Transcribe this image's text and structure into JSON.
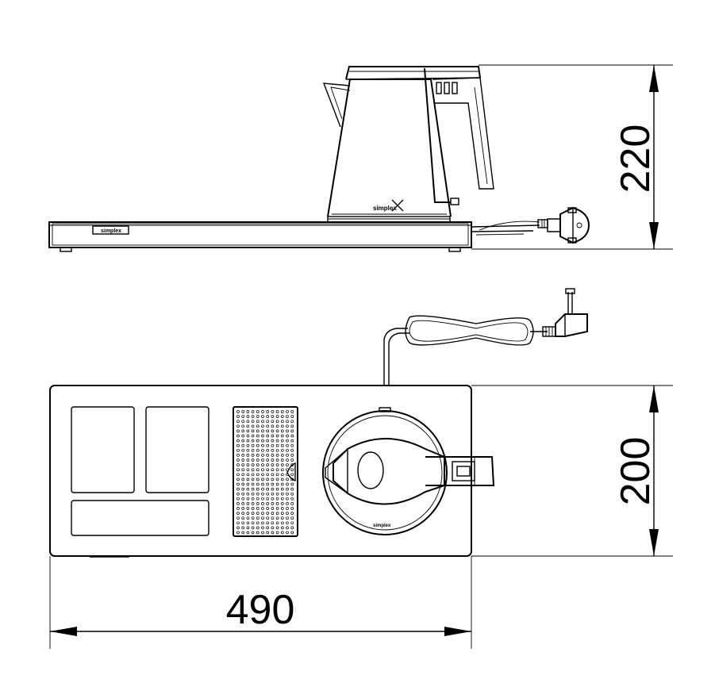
{
  "dimensions": {
    "height_label": "220",
    "depth_label": "200",
    "width_label": "490"
  },
  "logo": {
    "kettle_text": "simplex",
    "tray_text": "simplex",
    "base_text": "simplex"
  },
  "colors": {
    "line": "#000000",
    "background": "#ffffff"
  }
}
